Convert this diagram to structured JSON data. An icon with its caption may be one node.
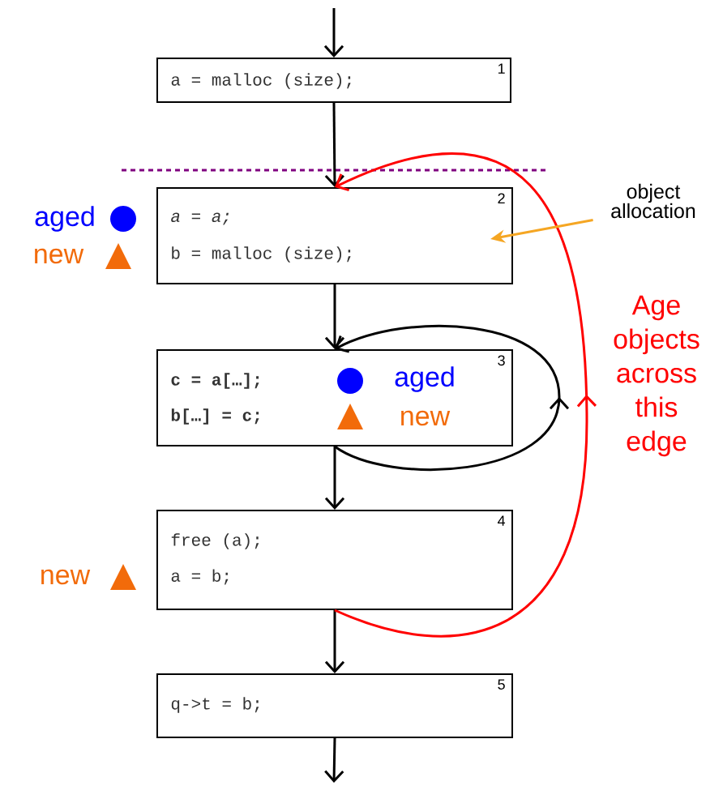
{
  "diagram": {
    "nodes": [
      {
        "text": [
          "a = malloc (size);",
          "1"
        ]
      },
      {
        "text": [
          "*a = a;*",
          "b = malloc (size);",
          "2"
        ],
        "beside": [
          "aged",
          "new"
        ]
      },
      {
        "text": [
          "**c = a[…];**",
          "**b[…] = c;**",
          "aged",
          "new",
          "3"
        ]
      },
      {
        "text": [
          "free (a);",
          "a = b;",
          "4"
        ],
        "beside": [
          "new"
        ]
      },
      {
        "text": [
          "q->t = b;",
          "5"
        ]
      },
      {
        "text": [
          "object allocation"
        ]
      }
    ],
    "edges": [
      {
        "from": null,
        "to": 0,
        "arrow": "to"
      },
      {
        "from": 0,
        "to": 1,
        "arrow": "to"
      },
      {
        "from": 1,
        "to": 2,
        "arrow": "to"
      },
      {
        "from": 2,
        "to": 3,
        "arrow": "to"
      },
      {
        "from": 3,
        "to": 4,
        "arrow": "to"
      },
      {
        "from": 4,
        "to": null,
        "arrow": "to"
      },
      {
        "from": 2,
        "to": 2,
        "arrow": "to"
      },
      {
        "from": 3,
        "to": 1,
        "arrow": "to",
        "label": "Age objects across this edge",
        "color": "#ff0000"
      },
      {
        "from": 5,
        "to": 1,
        "arrow": "to",
        "color": "#f5a623"
      }
    ]
  }
}
